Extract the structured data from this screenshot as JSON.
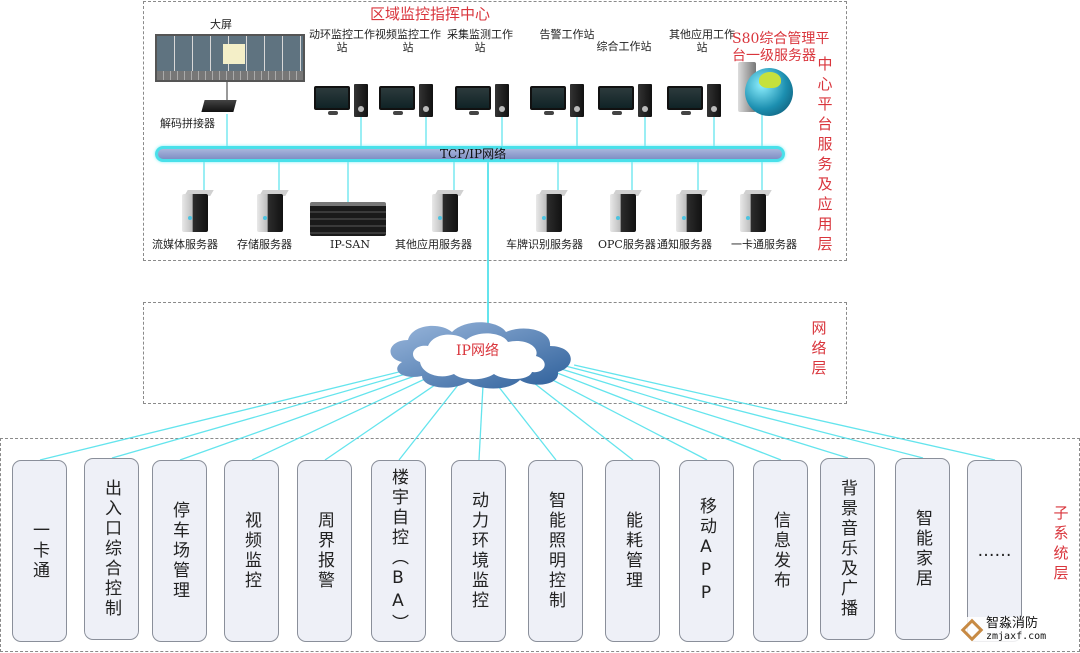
{
  "center_layer": {
    "title": "区域监控指挥中心",
    "side_label": "中心平台服务及应用层",
    "video_wall_label": "大屏",
    "decoder_label": "解码拼接器",
    "platform_server_label": "S80综合管理平台一级服务器",
    "workstations": [
      {
        "label": "动环监控工作站"
      },
      {
        "label": "视频监控工作站"
      },
      {
        "label": "采集监测工作站"
      },
      {
        "label": "告警工作站"
      },
      {
        "label": "综合工作站"
      },
      {
        "label": "其他应用工作站"
      }
    ],
    "bus_label": "TCP/IP网络",
    "servers": [
      {
        "label": "流媒体服务器",
        "kind": "tower"
      },
      {
        "label": "存储服务器",
        "kind": "tower"
      },
      {
        "label": "IP-SAN",
        "kind": "san"
      },
      {
        "label": "其他应用服务器",
        "kind": "tower"
      },
      {
        "label": "车牌识别服务器",
        "kind": "tower"
      },
      {
        "label": "OPC服务器",
        "kind": "tower"
      },
      {
        "label": "通知服务器",
        "kind": "tower"
      },
      {
        "label": "一卡通服务器",
        "kind": "tower"
      }
    ]
  },
  "network_layer": {
    "side_label": "网络层",
    "cloud_label": "IP网络"
  },
  "subsystem_layer": {
    "side_label": "子系统层",
    "subsystems": [
      {
        "label": "一卡通"
      },
      {
        "label": "出入口综合控制"
      },
      {
        "label": "停车场管理"
      },
      {
        "label": "视频监控"
      },
      {
        "label": "周界报警"
      },
      {
        "label": "楼宇自控（BA）"
      },
      {
        "label": "动力环境监控"
      },
      {
        "label": "智能照明控制"
      },
      {
        "label": "能耗管理"
      },
      {
        "label": "移动APP"
      },
      {
        "label": "信息发布"
      },
      {
        "label": "背景音乐及广播"
      },
      {
        "label": "智能家居"
      },
      {
        "label": "……"
      }
    ]
  },
  "watermark": {
    "name": "智淼消防",
    "site": "zmjaxf.com"
  },
  "colors": {
    "accent_red": "#d9353c",
    "link_cyan": "#49e0ea",
    "box_fill": "#eef0f7"
  }
}
